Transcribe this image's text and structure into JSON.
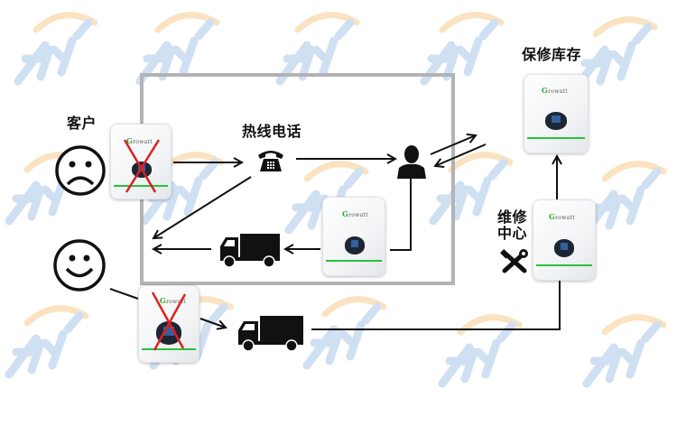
{
  "diagram": {
    "title": "Warranty replacement service flow",
    "labels": {
      "customer": "客户",
      "hotline": "热线电话",
      "warranty_stock": "保修库存",
      "repair_center_line1": "维修",
      "repair_center_line2": "中心"
    },
    "brand": {
      "name_first": "G",
      "name_rest": "rowatt"
    },
    "nodes": [
      {
        "id": "customer-unhappy",
        "icon": "sad-face-icon"
      },
      {
        "id": "customer-happy",
        "icon": "happy-face-icon"
      },
      {
        "id": "faulty-inverter",
        "icon": "faulty-inverter-icon",
        "status": "faulty"
      },
      {
        "id": "hotline",
        "icon": "telephone-icon"
      },
      {
        "id": "service-agent",
        "icon": "person-icon"
      },
      {
        "id": "replacement-inverter",
        "icon": "inverter-icon"
      },
      {
        "id": "delivery-truck",
        "icon": "truck-icon"
      },
      {
        "id": "returned-faulty-inverter",
        "icon": "faulty-inverter-icon",
        "status": "faulty"
      },
      {
        "id": "return-truck",
        "icon": "truck-icon"
      },
      {
        "id": "repair-center",
        "icon": "tools-icon"
      },
      {
        "id": "repaired-inverter",
        "icon": "inverter-icon"
      },
      {
        "id": "warranty-stock-inverter",
        "icon": "inverter-icon"
      }
    ],
    "colors": {
      "stripe_green": "#27c23a",
      "fault_red": "#e02020",
      "box_border": "#b3b3b3",
      "watermark_blue": "#c9dcf0",
      "watermark_orange": "#fbe2c0"
    }
  }
}
